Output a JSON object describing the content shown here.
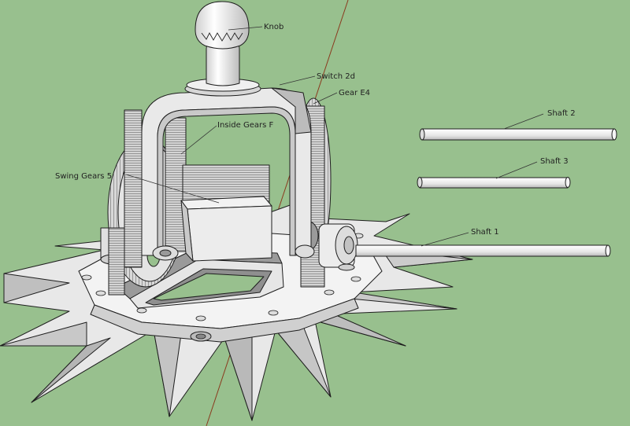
{
  "labels": {
    "knob": "Knob",
    "switch": "Switch 2d",
    "gear_e4": "Gear E4",
    "inside_gears": "Inside Gears F",
    "swing_gears": "Swing Gears 5",
    "shaft_2": "Shaft 2",
    "shaft_3": "Shaft 3",
    "shaft_1": "Shaft 1"
  },
  "colors": {
    "background": "#98c08e",
    "part_fill": "#ededed",
    "part_shade": "#bdbdbd",
    "edge": "#1e1e1e",
    "axis_line": "#8a3a1e"
  }
}
